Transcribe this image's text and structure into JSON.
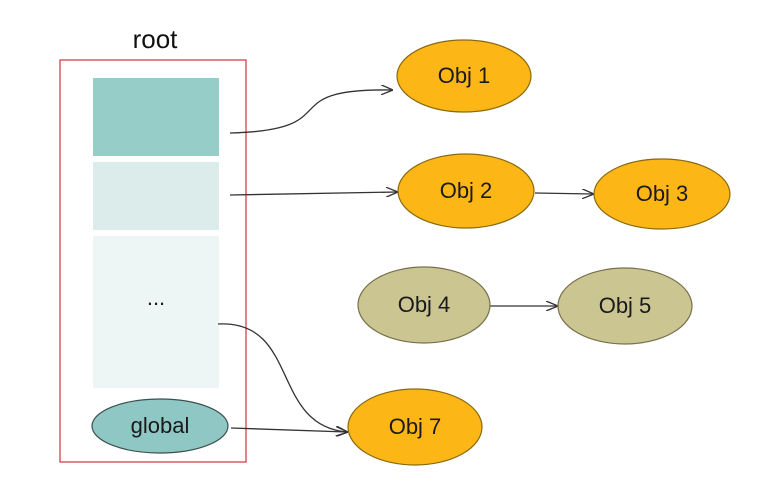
{
  "root": {
    "title": "root",
    "slot_ellipsis": "...",
    "global_label": "global"
  },
  "objects": {
    "obj1": "Obj 1",
    "obj2": "Obj 2",
    "obj3": "Obj 3",
    "obj4": "Obj 4",
    "obj5": "Obj 5",
    "obj7": "Obj 7"
  },
  "edges": [
    {
      "from": "root-slot-1",
      "to": "obj1"
    },
    {
      "from": "root-slot-2",
      "to": "obj2"
    },
    {
      "from": "obj2",
      "to": "obj3"
    },
    {
      "from": "obj4",
      "to": "obj5"
    },
    {
      "from": "root-slot-3",
      "to": "obj7"
    },
    {
      "from": "global",
      "to": "obj7"
    }
  ],
  "colors": {
    "root_border": "#d0454c",
    "slot_1": "#96cdc9",
    "slot_2": "#dcecea",
    "slot_3": "#eef6f5",
    "global_fill": "#8fc7c5",
    "reachable_fill": "#fcb716",
    "reachable_stroke": "#8a6a10",
    "unreachable_fill": "#cbc592",
    "unreachable_stroke": "#77714a",
    "edge": "#333333"
  }
}
